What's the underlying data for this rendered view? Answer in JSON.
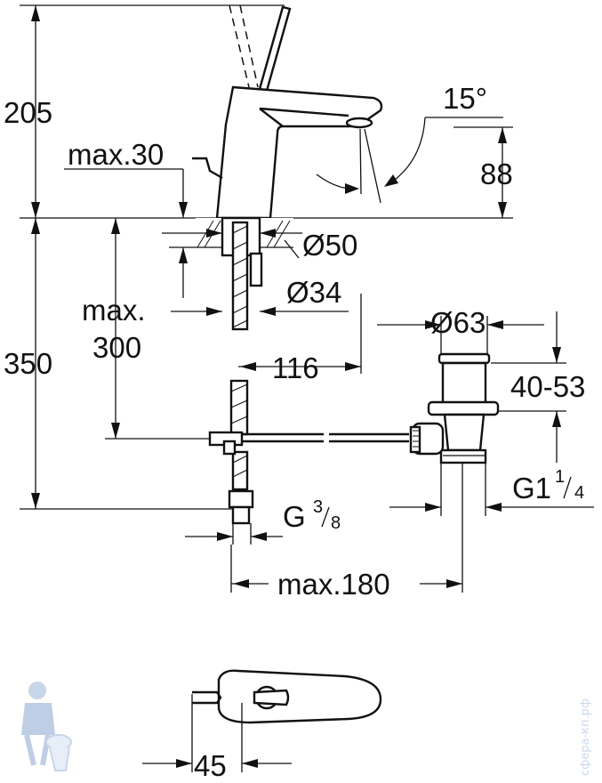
{
  "dimensions": {
    "total_height_above": "205",
    "spout_height": "88",
    "angle": "15°",
    "deck_thickness": "max.30",
    "hole_diameter": "Ø50",
    "tail_diameter": "Ø34",
    "hose_length_label_1": "max.",
    "hose_length_label_2": "300",
    "below_deck": "350",
    "offset": "116",
    "drain_diameter": "Ø63",
    "drain_range": "40-53",
    "drain_thread_main": "G1",
    "drain_thread_num": "1",
    "drain_thread_den": "4",
    "inlet_thread_main": "G",
    "inlet_thread_num": "3",
    "inlet_thread_den": "8",
    "rod_length": "max.180",
    "lever_offset": "45"
  },
  "watermark": {
    "text": "сфера-кп.рф"
  },
  "colors": {
    "line": "#111111",
    "background": "#ffffff",
    "watermark": "#c9d8ea"
  }
}
